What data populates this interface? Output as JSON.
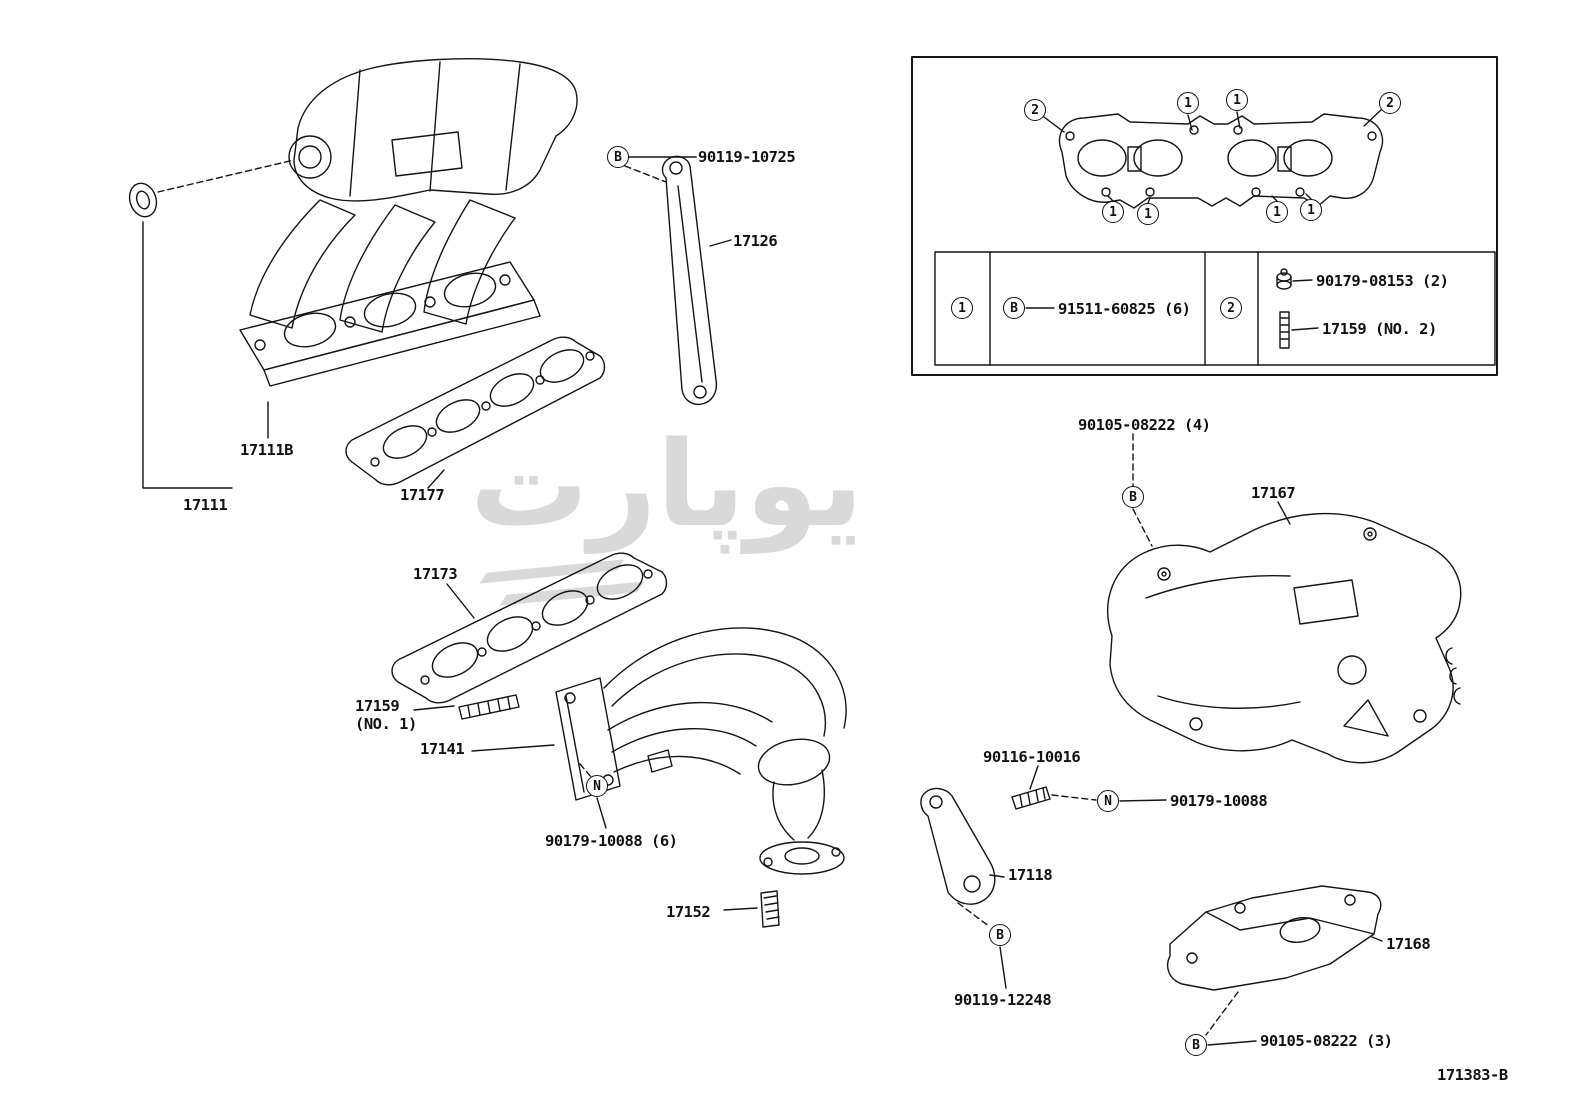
{
  "page": {
    "watermark": "يوپارت",
    "drawing_number": "171383-B"
  },
  "callouts": {
    "b": "B",
    "n": "N",
    "one": "1",
    "two": "2"
  },
  "labels": {
    "bolt_90119_10725": "90119-10725",
    "p17126": "17126",
    "p17111b": "17111B",
    "p17111": "17111",
    "p17177": "17177",
    "p17173": "17173",
    "p17159_no1": "17159\n(NO. 1)",
    "p17141": "17141",
    "n90179_10088_6": "90179-10088 (6)",
    "p17152": "17152",
    "p90116_10016": "90116-10016",
    "n90179_10088": "90179-10088",
    "p17118": "17118",
    "b90119_12248": "90119-12248",
    "p17167": "17167",
    "b90105_08222_4": "90105-08222 (4)",
    "p17168": "17168",
    "b90105_08222_3": "90105-08222 (3)"
  },
  "legend": {
    "row1_part": "91511-60825 (6)",
    "row2_bolt": "90179-08153 (2)",
    "row2_stud": "17159 (NO. 2)"
  }
}
